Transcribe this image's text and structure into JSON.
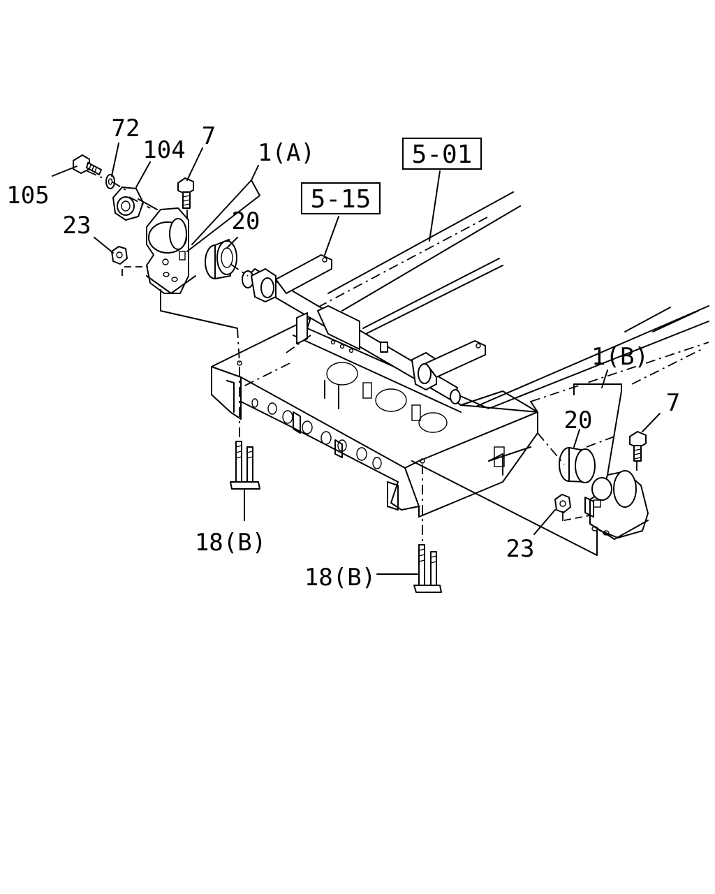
{
  "callouts": {
    "c105": "105",
    "c72": "72",
    "c104": "104",
    "c7a": "7",
    "c1a": "1(A)",
    "c23a": "23",
    "c20a": "20",
    "c515": "5-15",
    "c501": "5-01",
    "c1b": "1(B)",
    "c7b": "7",
    "c20b": "20",
    "c23b": "23",
    "c18ba": "18(B)",
    "c18bb": "18(B)"
  }
}
